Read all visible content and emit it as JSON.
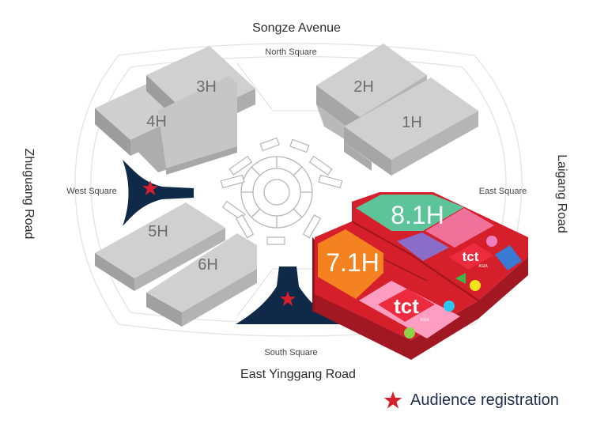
{
  "roads": {
    "north": "Songze Avenue",
    "south": "East Yinggang Road",
    "west": "Zhuguang Road",
    "east": "Laigang Road"
  },
  "squares": {
    "north": "North Square",
    "south": "South Square",
    "west": "West Square",
    "east": "East Square"
  },
  "halls": {
    "h1": "1H",
    "h2": "2H",
    "h3": "3H",
    "h4": "4H",
    "h5": "5H",
    "h6": "6H",
    "h71": "7.1H",
    "h81": "8.1H"
  },
  "logo": {
    "word": "tct",
    "sub": "ASIA"
  },
  "legend": {
    "registration": "Audience registration"
  },
  "colors": {
    "highlight_hall": "#d51f2b",
    "registration_star": "#d51f2b",
    "square_navy": "#0f2a48",
    "hall_gray": "#c9c9c9"
  },
  "icons": [
    "star-icon",
    "tct-logo"
  ]
}
